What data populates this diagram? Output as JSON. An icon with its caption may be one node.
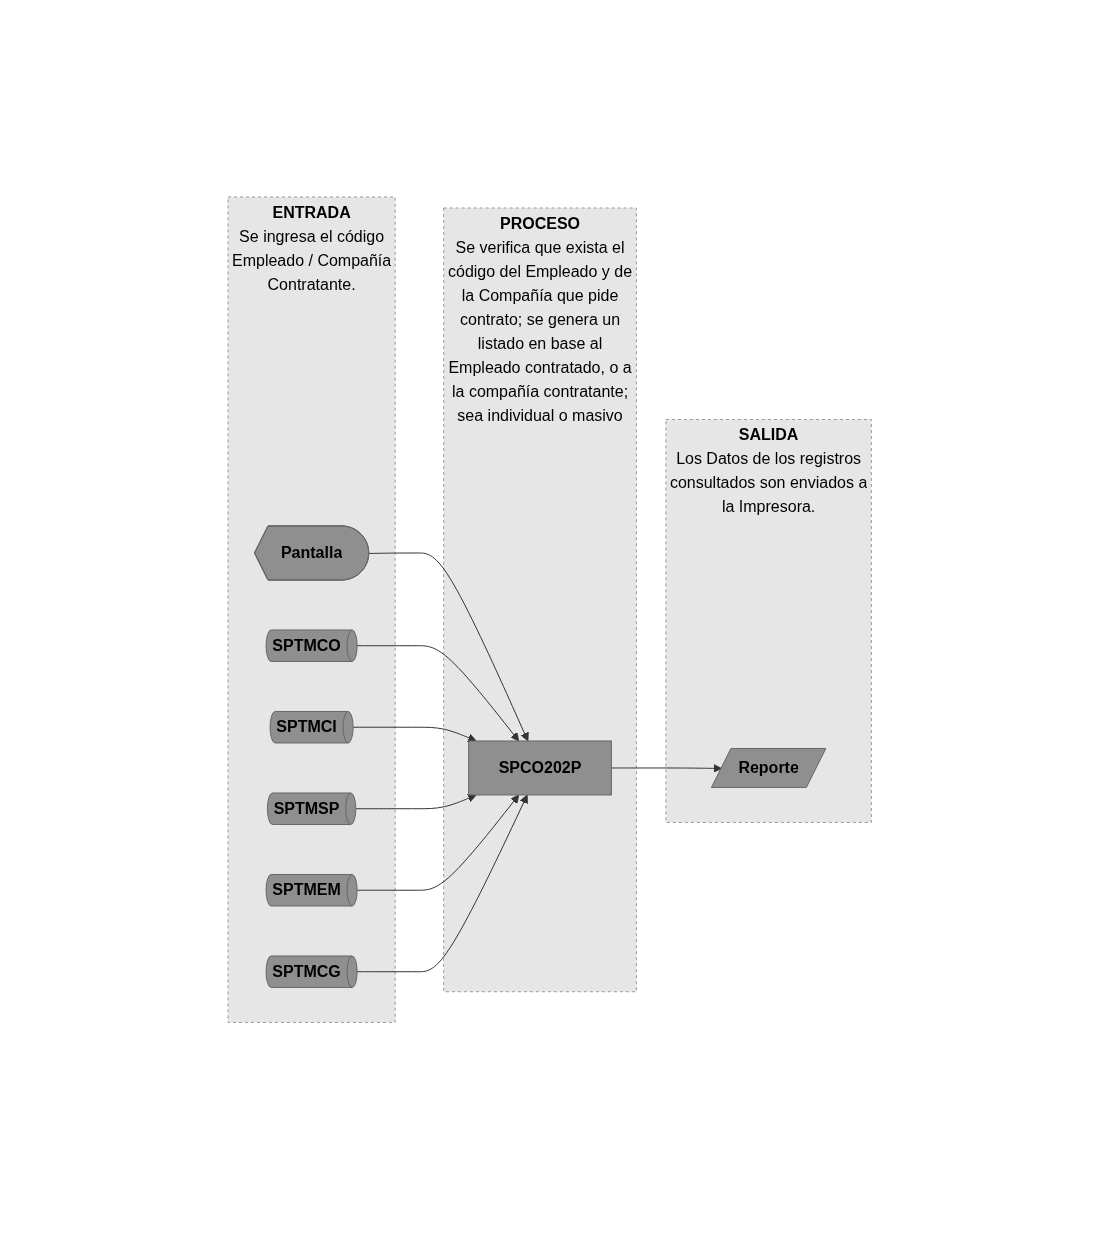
{
  "diagram": {
    "nodes": [
      {
        "text": [
          "ENTRADA",
          "Se ingresa el código Empleado / Compañía Contratante."
        ]
      },
      {
        "text": [
          "PROCESO",
          "Se verifica que exista el código del Empleado y de la Compañía que pide contrato; se genera un listado en base al Empleado contratado, o a la compañía contratante; sea individual o masivo"
        ]
      },
      {
        "text": [
          "SALIDA",
          "Los Datos de los registros consultados son enviados a la Impresora."
        ]
      },
      {
        "text": [
          "Pantalla"
        ],
        "in": 0
      },
      {
        "text": [
          "SPCO202P"
        ],
        "in": 1
      },
      {
        "text": [
          "SPTMCO"
        ],
        "in": 0
      },
      {
        "text": [
          "SPTMCI"
        ],
        "in": 0
      },
      {
        "text": [
          "SPTMSP"
        ],
        "in": 0
      },
      {
        "text": [
          "SPTMEM"
        ],
        "in": 0
      },
      {
        "text": [
          "SPTMCG"
        ],
        "in": 0
      },
      {
        "text": [
          "Reporte"
        ],
        "in": 2
      }
    ],
    "edges": [
      {
        "from": 3,
        "to": 4,
        "arrow": "to"
      },
      {
        "from": 5,
        "to": 4,
        "arrow": "to"
      },
      {
        "from": 6,
        "to": 4,
        "arrow": "to"
      },
      {
        "from": 7,
        "to": 4,
        "arrow": "to"
      },
      {
        "from": 8,
        "to": 4,
        "arrow": "to"
      },
      {
        "from": 9,
        "to": 4,
        "arrow": "to"
      },
      {
        "from": 4,
        "to": 10,
        "arrow": "to"
      }
    ]
  }
}
